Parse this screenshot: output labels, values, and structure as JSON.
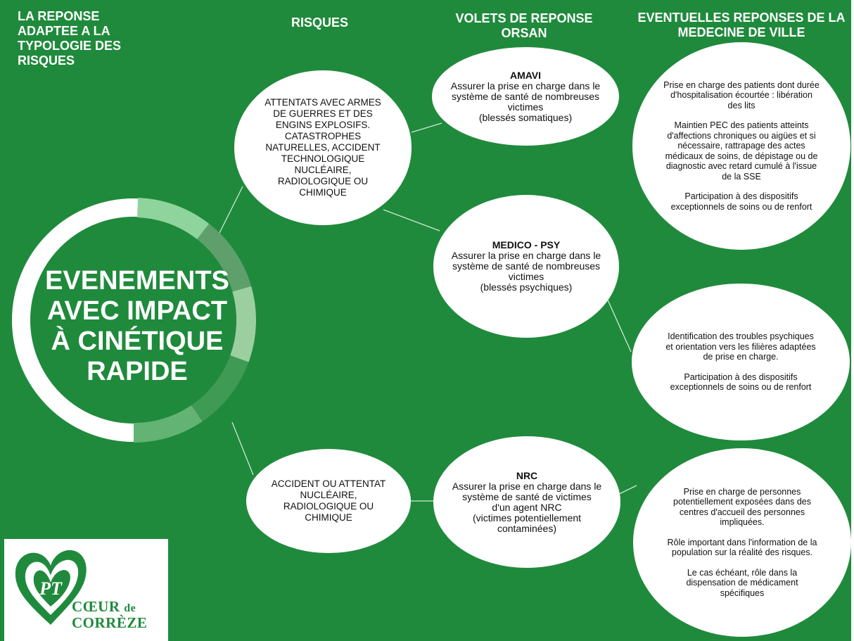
{
  "headers": {
    "col1": [
      "LA REPONSE",
      "ADAPTEE A LA",
      "TYPOLOGIE DES",
      "RISQUES"
    ],
    "col2": [
      "RISQUES"
    ],
    "col3": [
      "VOLETS DE REPONSE",
      "ORSAN"
    ],
    "col4": [
      "EVENTUELLES REPONSES DE LA",
      "MEDECINE DE VILLE"
    ]
  },
  "center": {
    "lines": [
      "EVENEMENTS",
      "AVEC IMPACT",
      "À CINÉTIQUE",
      "RAPIDE"
    ]
  },
  "risks": [
    {
      "lines": [
        "ATTENTATS AVEC ARMES",
        "DE GUERRES ET DES",
        "ENGINS EXPLOSIFS.",
        "CATASTROPHES",
        "NATURELLES, ACCIDENT",
        "TECHNOLOGIQUE",
        "NUCLÉAIRE,",
        "RADIOLOGIQUE OU",
        "CHIMIQUE"
      ]
    },
    {
      "lines": [
        "ACCIDENT OU ATTENTAT",
        "NUCLÉAIRE,",
        "RADIOLOGIQUE OU",
        "CHIMIQUE"
      ]
    }
  ],
  "volets": [
    {
      "title": "AMAVI",
      "lines": [
        "Assurer la prise en charge dans le",
        "système de santé de nombreuses",
        "victimes",
        "(blessés somatiques)"
      ]
    },
    {
      "title": "MEDICO - PSY",
      "lines": [
        "Assurer la prise en charge dans le",
        "système de santé de nombreuses",
        "victimes",
        "(blessés psychiques)"
      ]
    },
    {
      "title": "NRC",
      "lines": [
        "Assurer la prise en charge dans le",
        "système de santé de victimes",
        "d'un agent NRC",
        "(victimes potentiellement",
        "contaminées)"
      ]
    }
  ],
  "responses": [
    {
      "paragraphs": [
        [
          "Prise en charge des patients dont durée",
          "d'hospitalisation écourtée : libération",
          "des lits"
        ],
        [
          "Maintien PEC des patients atteints",
          "d'affections chroniques ou aigües et si",
          "nécessaire, rattrapage des actes",
          "médicaux de soins, de dépistage ou de",
          "diagnostic avec retard cumulé à l'issue",
          "de la SSE"
        ],
        [
          "Participation à des dispositifs",
          "exceptionnels de soins ou de renfort"
        ]
      ]
    },
    {
      "paragraphs": [
        [
          "Identification des troubles psychiques",
          "et orientation vers les filières adaptées",
          "de prise en charge."
        ],
        [
          "Participation à des dispositifs",
          "exceptionnels de soins ou de renfort"
        ]
      ]
    },
    {
      "paragraphs": [
        [
          "Prise en charge de personnes",
          "potentiellement exposées dans des",
          "centres d'accueil des personnes",
          "impliquées."
        ],
        [
          "Rôle important dans l'information de la",
          "population sur la réalité des risques."
        ],
        [
          "Le cas échéant, rôle dans la",
          "dispensation de médicament",
          "spécifiques"
        ]
      ]
    }
  ],
  "logo": {
    "monogram": "PT",
    "line1": "CŒUR",
    "line1b": "de",
    "line2": "CORRÈZE"
  },
  "colors": {
    "background": "#1f8a3c",
    "ring_white": "#ffffff",
    "ring_segments": [
      "#8fd49c",
      "#5e9f6c",
      "#9ccf9f",
      "#3f9a54",
      "#62b374"
    ]
  }
}
